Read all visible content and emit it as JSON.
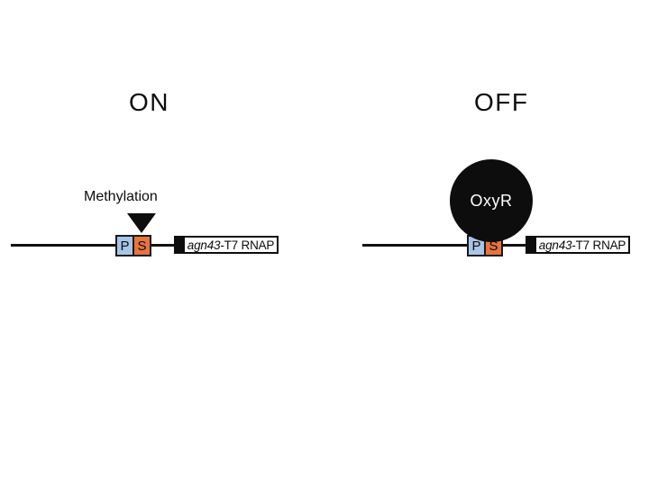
{
  "left_panel": {
    "title": "ON",
    "methylation_label": "Methylation",
    "promoter": {
      "p_label": "P",
      "s_label": "S"
    },
    "gene_label_italic": "agn43",
    "gene_label_regular": "-T7 RNAP"
  },
  "right_panel": {
    "title": "OFF",
    "oxyr_label": "OxyR",
    "promoter": {
      "p_label": "P",
      "s_label": "S"
    },
    "gene_label_italic": "agn43",
    "gene_label_regular": "-T7 RNAP"
  },
  "colors": {
    "background": "#ffffff",
    "line": "#111111",
    "p_box_fill": "#A6C5E8",
    "s_box_fill": "#E8743C",
    "circle_fill": "#0d0d0d"
  }
}
